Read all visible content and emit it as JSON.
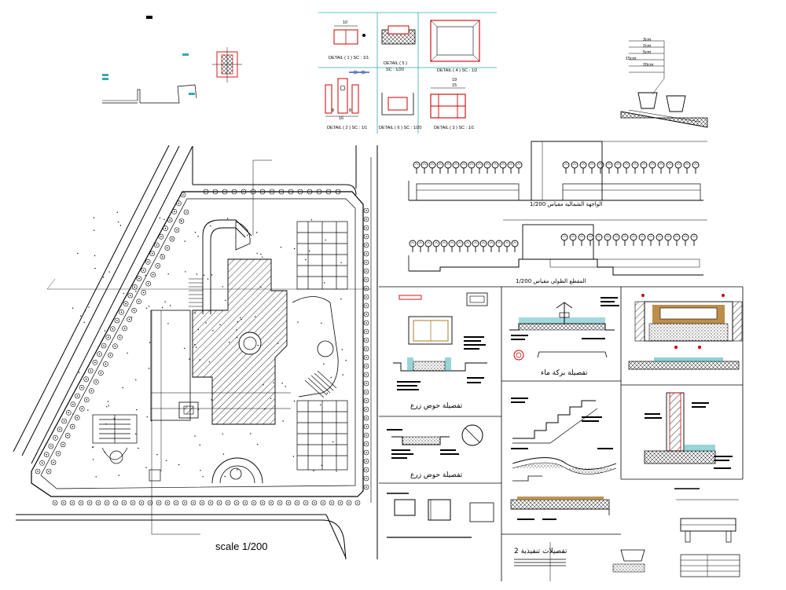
{
  "plan": {
    "scale_label": "scale 1/200"
  },
  "details": {
    "d1": "DETAIL ( 1 ) SC : 1/1",
    "d5a": "DETAIL ( 5 )",
    "d5b": "SC : 1/20",
    "d4": "DETAIL ( 4 ) SC : 1/2",
    "d2": "DETAIL ( 2 ) SC : 1/1",
    "d6": "DETAIL ( 6 ) SC : 1/20",
    "d3": "DETAIL ( 3 ) SC : 1/1",
    "dim_10": "10",
    "dim_19": "19",
    "dim_15": "15",
    "dim_16": "16",
    "dim_8a": "8",
    "dim_8b": "8"
  },
  "layers": {
    "l1": "3cm",
    "l2": "2cm",
    "l3": "5cm",
    "l4": "15cm",
    "l5": "20cm"
  },
  "elevations": {
    "elev1_caption": "الواجهة الشمالية مقياس 1/200",
    "elev2_caption": "المقطع الطولي مقياس 1/200"
  },
  "panels": {
    "planter1": "تفصيلة حوض زرع",
    "planter2": "تفصيلة حوض زرع",
    "pond": "تفصيلة بركة ماء",
    "misc": "تفصيلات تنفيذية 2"
  },
  "colors": {
    "line": "#000000",
    "accent_red": "#cc0000",
    "cyan": "#33aab0",
    "wood": "#b07a2a"
  }
}
